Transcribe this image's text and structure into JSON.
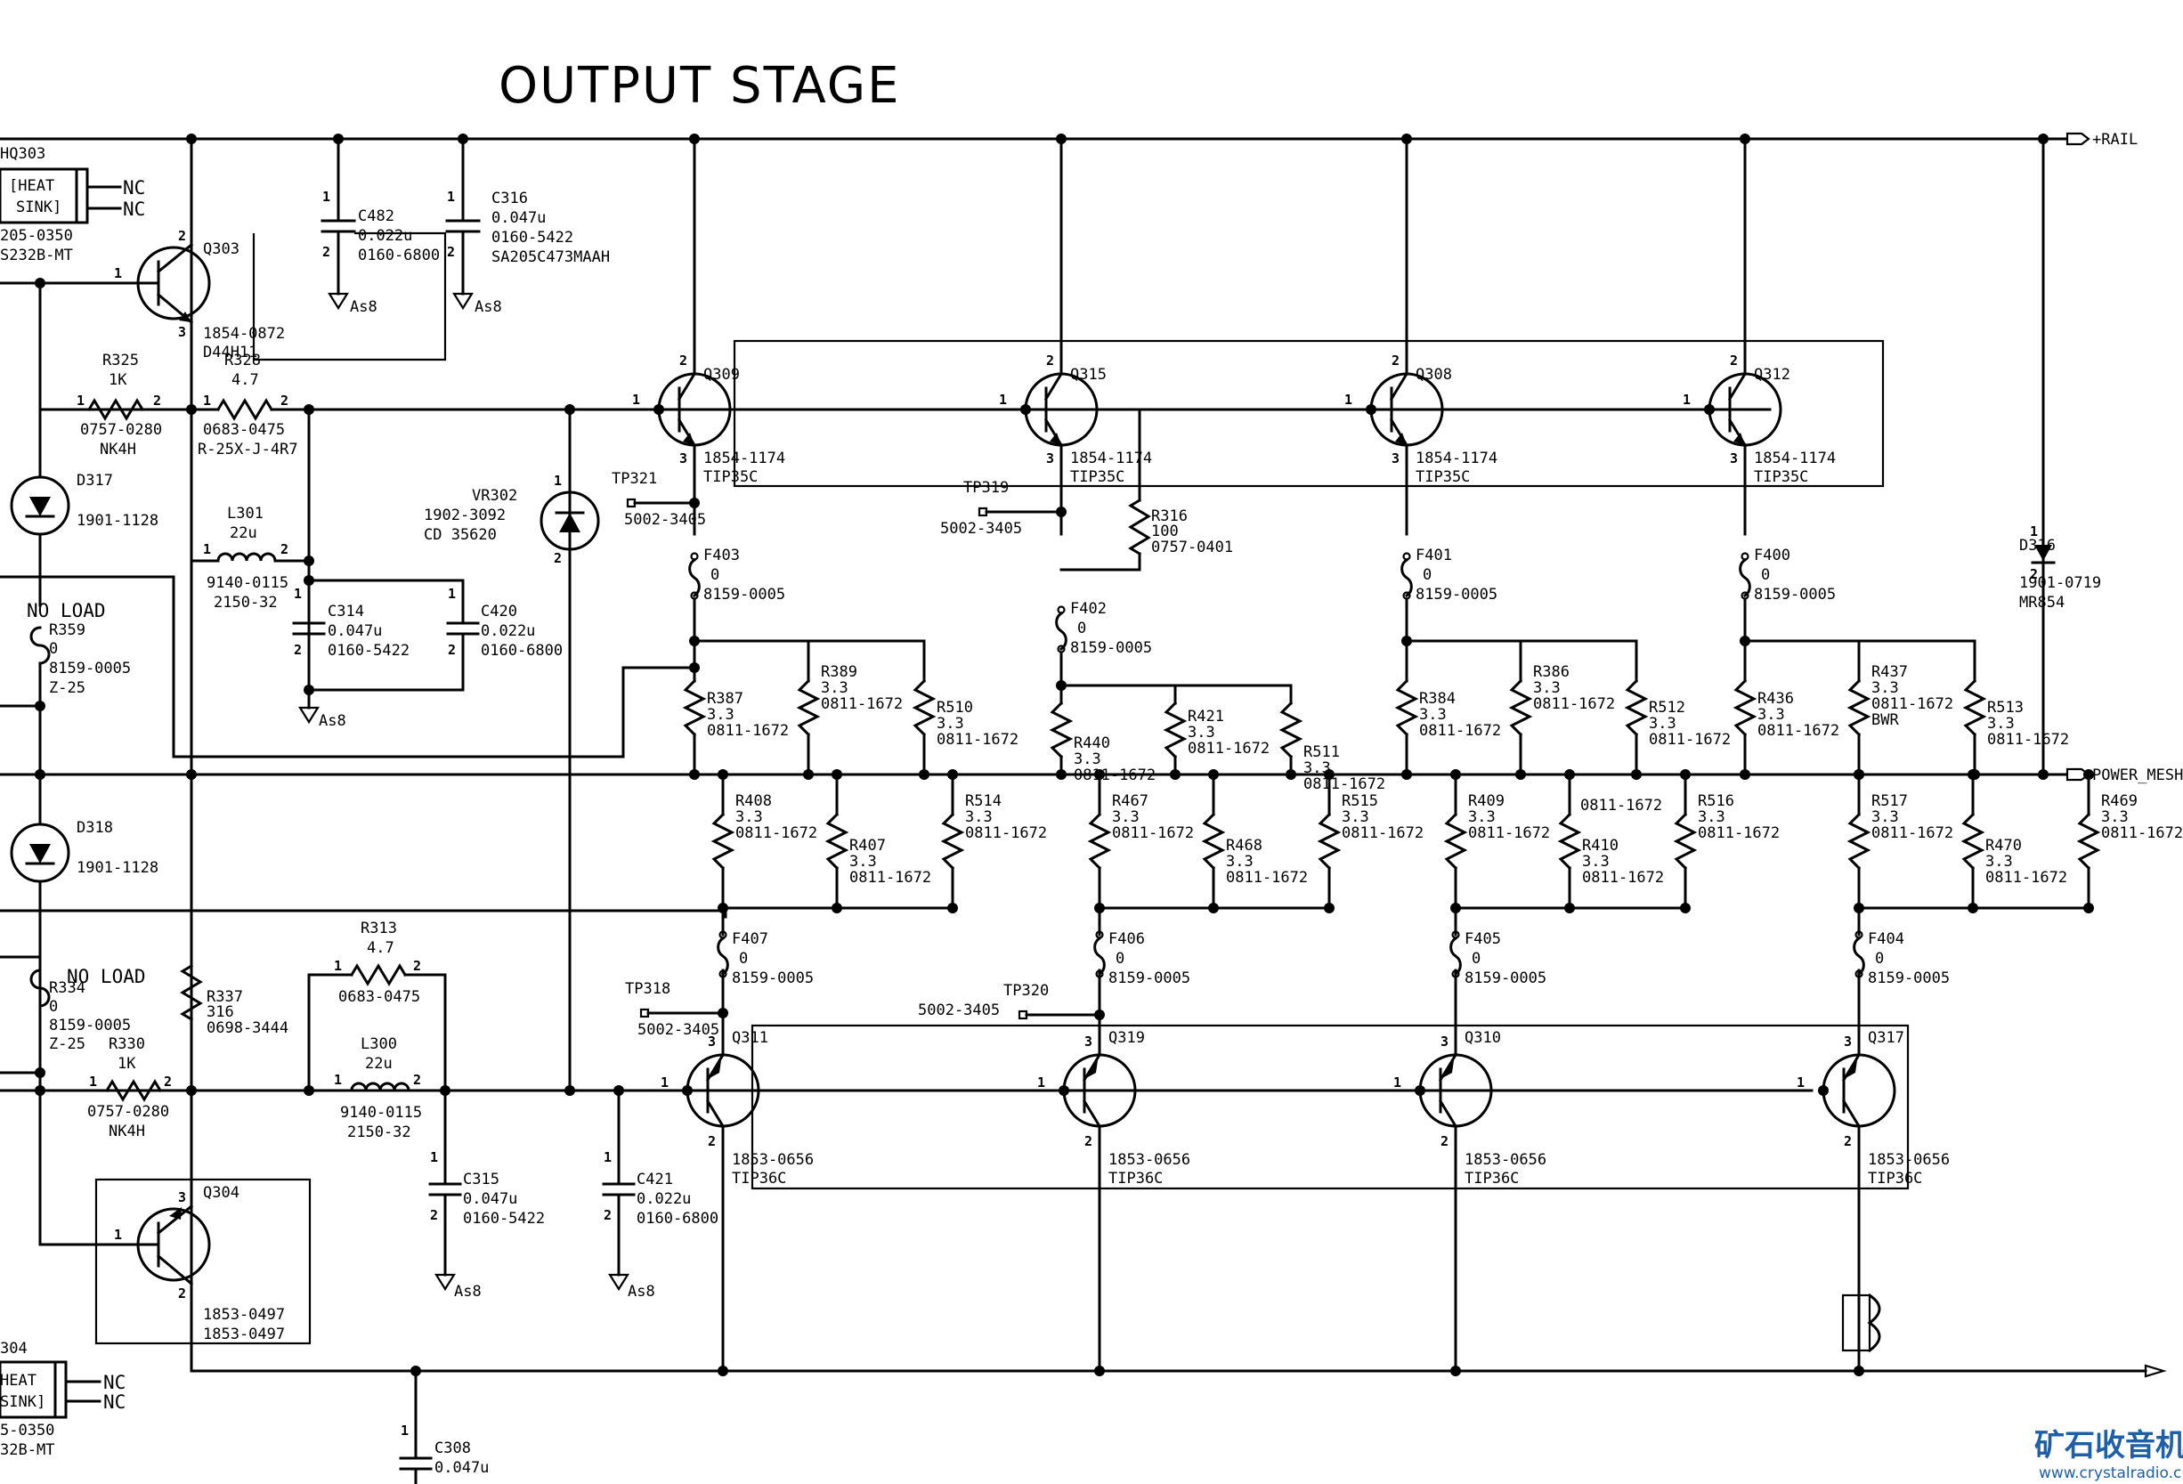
{
  "title": "OUTPUT STAGE",
  "nets": {
    "rail": "+RAIL",
    "output": "POWER_MESH_OU"
  },
  "ground_label": "As8",
  "heatsink": {
    "top": {
      "ref": "HQ303",
      "label1": "[HEAT",
      "label2": "SINK]",
      "part": "205-0350",
      "part2": "S232B-MT",
      "nc1": "NC",
      "nc2": "NC"
    },
    "bottom": {
      "ref": "304",
      "label1": "HEAT",
      "label2": "SINK]",
      "part": "5-0350",
      "part2": "32B-MT",
      "nc1": "NC",
      "nc2": "NC"
    }
  },
  "driver_transistors": {
    "q303": {
      "ref": "Q303",
      "part": "1854-0872",
      "type": "D44H11"
    },
    "q304": {
      "ref": "Q304",
      "part": "1853-0497",
      "type": "1853-0497"
    }
  },
  "npn_transistors": [
    {
      "ref": "Q309",
      "part": "1854-1174",
      "type": "TIP35C"
    },
    {
      "ref": "Q315",
      "part": "1854-1174",
      "type": "TIP35C"
    },
    {
      "ref": "Q308",
      "part": "1854-1174",
      "type": "TIP35C"
    },
    {
      "ref": "Q312",
      "part": "1854-1174",
      "type": "TIP35C"
    }
  ],
  "pnp_transistors": [
    {
      "ref": "Q311",
      "part": "1853-0656",
      "type": "TIP36C"
    },
    {
      "ref": "Q319",
      "part": "1853-0656",
      "type": "TIP36C"
    },
    {
      "ref": "Q310",
      "part": "1853-0656",
      "type": "TIP36C"
    },
    {
      "ref": "Q317",
      "part": "1853-0656",
      "type": "TIP36C"
    }
  ],
  "capacitors": {
    "c482": {
      "ref": "C482",
      "value": "0.022u",
      "part": "0160-6800"
    },
    "c316": {
      "ref": "C316",
      "value": "0.047u",
      "part": "0160-5422",
      "part2": "SA205C473MAAH"
    },
    "c314": {
      "ref": "C314",
      "value": "0.047u",
      "part": "0160-5422"
    },
    "c420": {
      "ref": "C420",
      "value": "0.022u",
      "part": "0160-6800"
    },
    "c315": {
      "ref": "C315",
      "value": "0.047u",
      "part": "0160-5422"
    },
    "c421": {
      "ref": "C421",
      "value": "0.022u",
      "part": "0160-6800"
    },
    "c308": {
      "ref": "C308",
      "value": "0.047u"
    }
  },
  "resistors": {
    "r325": {
      "ref": "R325",
      "value": "1K",
      "part": "0757-0280",
      "pkg": "NK4H"
    },
    "r328": {
      "ref": "R328",
      "value": "4.7",
      "part": "0683-0475",
      "pkg": "R-25X-J-4R7"
    },
    "r316": {
      "ref": "R316",
      "value": "100",
      "part": "0757-0401"
    },
    "r313": {
      "ref": "R313",
      "value": "4.7",
      "part": "0683-0475"
    },
    "r330": {
      "ref": "R330",
      "value": "1K",
      "part": "0757-0280",
      "pkg": "NK4H"
    },
    "r337": {
      "ref": "R337",
      "value": "316",
      "part": "0698-3444"
    }
  },
  "emitter_resistors_top": [
    {
      "ref": "R387",
      "value": "3.3",
      "part": "0811-1672"
    },
    {
      "ref": "R389",
      "value": "3.3",
      "part": "0811-1672"
    },
    {
      "ref": "R510",
      "value": "3.3",
      "part": "0811-1672"
    },
    {
      "ref": "R440",
      "value": "3.3",
      "part": "0811-1672"
    },
    {
      "ref": "R421",
      "value": "3.3",
      "part": "0811-1672"
    },
    {
      "ref": "R511",
      "value": "3.3",
      "part": "0811-1672"
    },
    {
      "ref": "R384",
      "value": "3.3",
      "part": "0811-1672"
    },
    {
      "ref": "R386",
      "value": "3.3",
      "part": "0811-1672"
    },
    {
      "ref": "R512",
      "value": "3.3",
      "part": "0811-1672"
    },
    {
      "ref": "R436",
      "value": "3.3",
      "part": "0811-1672"
    },
    {
      "ref": "R437",
      "value": "3.3",
      "part": "0811-1672",
      "extra": "BWR"
    },
    {
      "ref": "R513",
      "value": "3.3",
      "part": "0811-1672"
    }
  ],
  "emitter_resistors_bottom": [
    {
      "ref": "R408",
      "value": "3.3",
      "part": "0811-1672"
    },
    {
      "ref": "R407",
      "value": "3.3",
      "part": "0811-1672"
    },
    {
      "ref": "R514",
      "value": "3.3",
      "part": "0811-1672"
    },
    {
      "ref": "R467",
      "value": "3.3",
      "part": "0811-1672"
    },
    {
      "ref": "R468",
      "value": "3.3",
      "part": "0811-1672"
    },
    {
      "ref": "R515",
      "value": "3.3",
      "part": "0811-1672"
    },
    {
      "ref": "R409",
      "value": "3.3",
      "part": "0811-1672"
    },
    {
      "ref": "R410",
      "value": "3.3",
      "part": "0811-1672"
    },
    {
      "ref": "R516",
      "value": "3.3",
      "part": "0811-1672"
    },
    {
      "ref": "R517",
      "value": "3.3",
      "part": "0811-1672"
    },
    {
      "ref": "R470",
      "value": "3.3",
      "part": "0811-1672"
    },
    {
      "ref": "R469",
      "value": "3.3",
      "part": "0811-1672"
    }
  ],
  "fuses": [
    {
      "ref": "F403",
      "value": "0",
      "part": "8159-0005"
    },
    {
      "ref": "F402",
      "value": "0",
      "part": "8159-0005"
    },
    {
      "ref": "F401",
      "value": "0",
      "part": "8159-0005"
    },
    {
      "ref": "F400",
      "value": "0",
      "part": "8159-0005"
    },
    {
      "ref": "F407",
      "value": "0",
      "part": "8159-0005"
    },
    {
      "ref": "F406",
      "value": "0",
      "part": "8159-0005"
    },
    {
      "ref": "F405",
      "value": "0",
      "part": "8159-0005"
    },
    {
      "ref": "F404",
      "value": "0",
      "part": "8159-0005"
    }
  ],
  "no_load": {
    "top": {
      "label": "NO LOAD",
      "ref": "R359",
      "value": "0",
      "part": "8159-0005",
      "pkg": "Z-25"
    },
    "bottom": {
      "label": "NO LOAD",
      "ref": "R334",
      "value": "0",
      "part": "8159-0005",
      "pkg": "Z-25"
    }
  },
  "diodes": {
    "d317": {
      "ref": "D317",
      "part": "1901-1128"
    },
    "d318": {
      "ref": "D318",
      "part": "1901-1128"
    },
    "d316": {
      "ref": "D316",
      "part": "1901-0719",
      "type": "MR854"
    },
    "vr302": {
      "ref": "VR302",
      "part": "1902-3092",
      "type": "CD 35620"
    }
  },
  "inductors": {
    "l301": {
      "ref": "L301",
      "value": "22u",
      "part": "9140-0115",
      "part2": "2150-32"
    },
    "l300": {
      "ref": "L300",
      "value": "22u",
      "part": "9140-0115",
      "part2": "2150-32"
    }
  },
  "test_points": [
    {
      "ref": "TP321",
      "part": "5002-3405"
    },
    {
      "ref": "TP319",
      "part": "5002-3405"
    },
    {
      "ref": "TP318",
      "part": "5002-3405"
    },
    {
      "ref": "TP320",
      "part": "5002-3405"
    }
  ],
  "misc_part": "0811-1672",
  "watermark": {
    "brand": "矿石收音机",
    "url": "www.crystalradio.cn"
  }
}
